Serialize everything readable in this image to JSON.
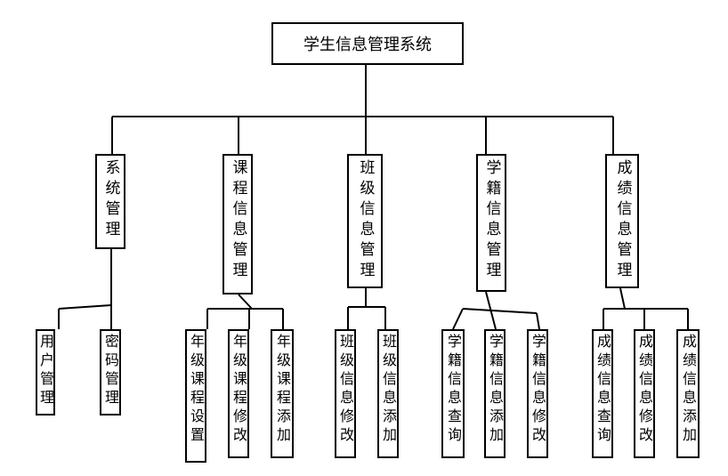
{
  "root": {
    "label": "学生信息管理系统"
  },
  "branches": [
    {
      "label": "系统管理",
      "children": [
        "用户管理",
        "密码管理"
      ]
    },
    {
      "label": "课程信息管理",
      "children": [
        "年级课程设置",
        "年级课程修改",
        "年级课程添加"
      ]
    },
    {
      "label": "班级信息管理",
      "children": [
        "班级信息修改",
        "班级信息添加"
      ]
    },
    {
      "label": "学籍信息管理",
      "children": [
        "学籍信息查询",
        "学籍信息添加",
        "学籍信息修改"
      ]
    },
    {
      "label": "成绩信息管理",
      "children": [
        "成绩信息查询",
        "成绩信息修改",
        "成绩信息添加"
      ]
    }
  ]
}
